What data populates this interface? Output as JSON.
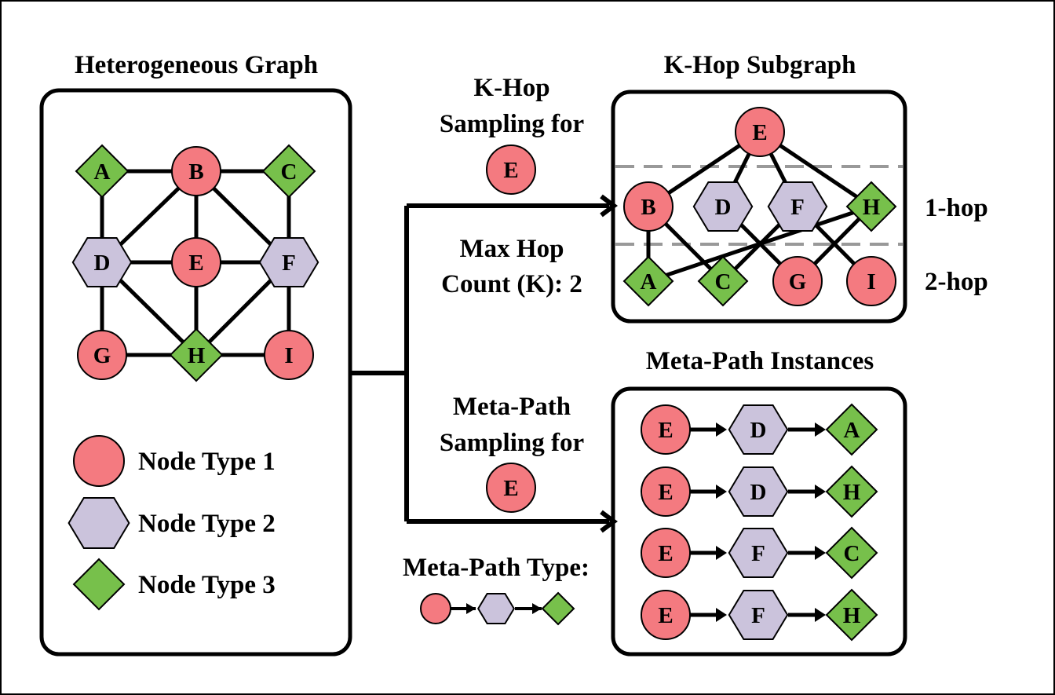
{
  "colors": {
    "type1": "#f47a80",
    "type2": "#cbc3dc",
    "type3": "#77c04b",
    "dashed": "#999999"
  },
  "titles": {
    "heterogeneous_graph": "Heterogeneous Graph",
    "khop_subgraph": "K-Hop Subgraph",
    "metapath_instances": "Meta-Path Instances"
  },
  "khop_sampling": {
    "line1": "K-Hop",
    "line2": "Sampling for",
    "node": "E",
    "max_hop_line1": "Max Hop",
    "max_hop_line2": "Count (K): 2"
  },
  "metapath_sampling": {
    "line1": "Meta-Path",
    "line2": "Sampling for",
    "node": "E",
    "type_label": "Meta-Path Type:"
  },
  "hop_labels": {
    "hop1": "1-hop",
    "hop2": "2-hop"
  },
  "legend": [
    {
      "shape": "circle",
      "label": "Node Type 1"
    },
    {
      "shape": "hexagon",
      "label": "Node Type 2"
    },
    {
      "shape": "diamond",
      "label": "Node Type 3"
    }
  ],
  "graph": {
    "nodes": [
      {
        "id": "A",
        "type": "diamond"
      },
      {
        "id": "B",
        "type": "circle"
      },
      {
        "id": "C",
        "type": "diamond"
      },
      {
        "id": "D",
        "type": "hexagon"
      },
      {
        "id": "E",
        "type": "circle"
      },
      {
        "id": "F",
        "type": "hexagon"
      },
      {
        "id": "G",
        "type": "circle"
      },
      {
        "id": "H",
        "type": "diamond"
      },
      {
        "id": "I",
        "type": "circle"
      }
    ],
    "edges": [
      [
        "A",
        "B"
      ],
      [
        "B",
        "C"
      ],
      [
        "A",
        "D"
      ],
      [
        "C",
        "F"
      ],
      [
        "B",
        "D"
      ],
      [
        "B",
        "E"
      ],
      [
        "B",
        "F"
      ],
      [
        "D",
        "E"
      ],
      [
        "E",
        "F"
      ],
      [
        "D",
        "G"
      ],
      [
        "D",
        "H"
      ],
      [
        "E",
        "H"
      ],
      [
        "F",
        "H"
      ],
      [
        "F",
        "I"
      ],
      [
        "G",
        "H"
      ],
      [
        "H",
        "I"
      ]
    ]
  },
  "subgraph": {
    "root": "E",
    "hop1": [
      {
        "id": "B",
        "type": "circle"
      },
      {
        "id": "D",
        "type": "hexagon"
      },
      {
        "id": "F",
        "type": "hexagon"
      },
      {
        "id": "H",
        "type": "diamond"
      }
    ],
    "hop2": [
      {
        "id": "A",
        "type": "diamond"
      },
      {
        "id": "C",
        "type": "diamond"
      },
      {
        "id": "G",
        "type": "circle"
      },
      {
        "id": "I",
        "type": "circle"
      }
    ],
    "edges": [
      [
        "E",
        "B"
      ],
      [
        "E",
        "D"
      ],
      [
        "E",
        "F"
      ],
      [
        "E",
        "H"
      ],
      [
        "B",
        "A"
      ],
      [
        "B",
        "C"
      ],
      [
        "D",
        "G"
      ],
      [
        "F",
        "C"
      ],
      [
        "F",
        "I"
      ],
      [
        "H",
        "A"
      ],
      [
        "H",
        "G"
      ]
    ]
  },
  "metapath_instances": [
    [
      "E",
      "D",
      "A"
    ],
    [
      "E",
      "D",
      "H"
    ],
    [
      "E",
      "F",
      "C"
    ],
    [
      "E",
      "F",
      "H"
    ]
  ]
}
